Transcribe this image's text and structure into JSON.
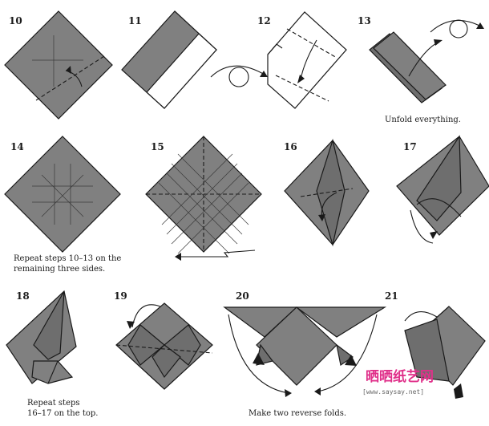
{
  "steps": [
    {
      "num": "10"
    },
    {
      "num": "11"
    },
    {
      "num": "12"
    },
    {
      "num": "13"
    },
    {
      "num": "14"
    },
    {
      "num": "15"
    },
    {
      "num": "16"
    },
    {
      "num": "17"
    },
    {
      "num": "18"
    },
    {
      "num": "19"
    },
    {
      "num": "20"
    },
    {
      "num": "21"
    }
  ],
  "captions": {
    "unfold": "Unfold everything.",
    "repeat_sides_1": "Repeat steps 10–13 on the",
    "repeat_sides_2": "remaining three sides.",
    "repeat_top_1": "Repeat steps",
    "repeat_top_2": "16–17 on the top.",
    "reverse_folds": "Make two reverse folds."
  },
  "watermark": {
    "brand": "晒晒纸艺网",
    "url": "[www.saysay.net]"
  },
  "colors": {
    "paper": "#808080",
    "line": "#1a1a1a",
    "watermark": "#e0308a"
  }
}
